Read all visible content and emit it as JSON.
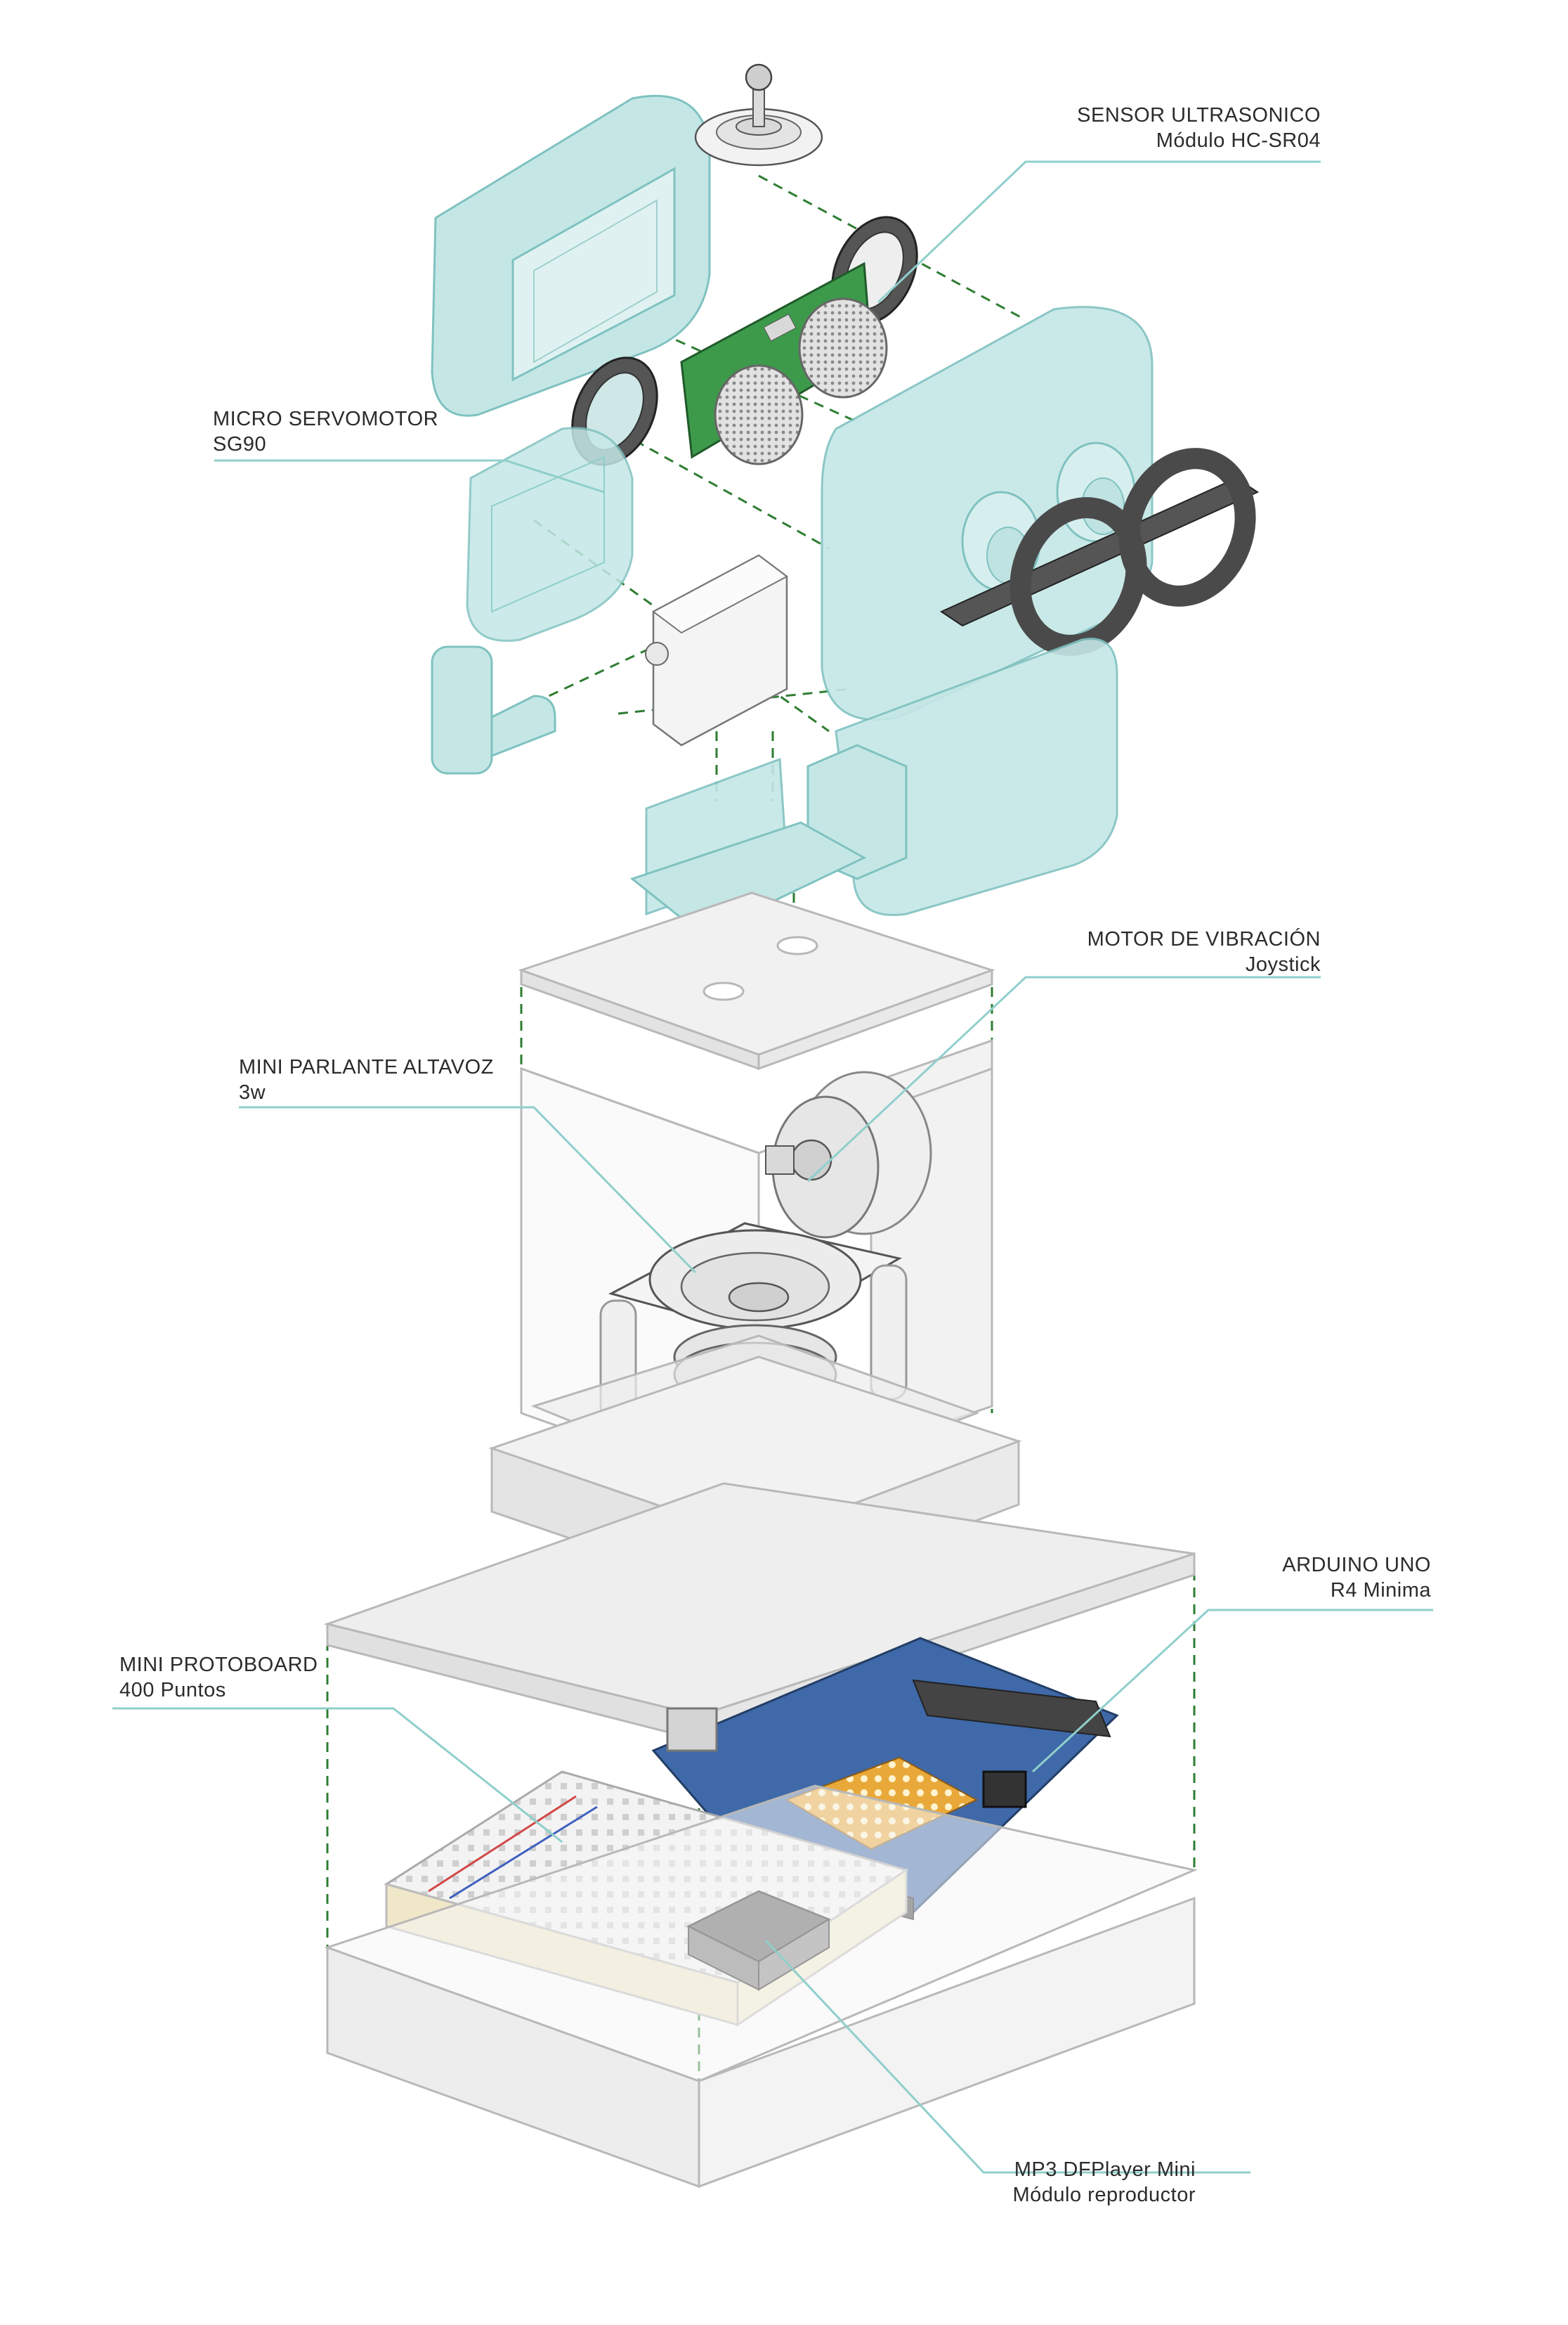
{
  "palette": {
    "teal_fill": "#c4e7e6",
    "teal_stroke": "#7fc2c0",
    "glass_fill": "#eeeeee",
    "glass_stroke": "#b8b8b8",
    "leader": "#8fcfcb",
    "dash": "#2e7d32",
    "pcb_blue": "#3f69a8",
    "pcb_green": "#3d9a4b",
    "ring_dark": "#3a3a3a",
    "text": "#2b2b2b"
  },
  "labels": {
    "ultrasonic": {
      "title": "SENSOR ULTRASONICO",
      "subtitle": "Módulo HC-SR04"
    },
    "servo": {
      "title": "MICRO SERVOMOTOR",
      "subtitle": "SG90"
    },
    "vibration": {
      "title": "MOTOR DE VIBRACIÓN",
      "subtitle": "Joystick"
    },
    "speaker": {
      "title": "MINI PARLANTE ALTAVOZ",
      "subtitle": "3w"
    },
    "arduino": {
      "title": "ARDUINO UNO",
      "subtitle": "R4 Minima"
    },
    "protoboard": {
      "title": "MINI PROTOBOARD",
      "subtitle": "400 Puntos"
    },
    "mp3": {
      "title": "MP3 DFPlayer Mini",
      "subtitle": "Módulo reproductor"
    }
  },
  "icons": {
    "joystick": "joystick-knob-icon",
    "ultrasonic": "ultrasonic-sensor-icon",
    "servo": "servo-motor-icon",
    "speaker": "speaker-icon",
    "vibration": "vibration-motor-icon",
    "arduino": "arduino-board-icon",
    "protoboard": "breadboard-icon",
    "mp3": "mp3-module-icon"
  }
}
